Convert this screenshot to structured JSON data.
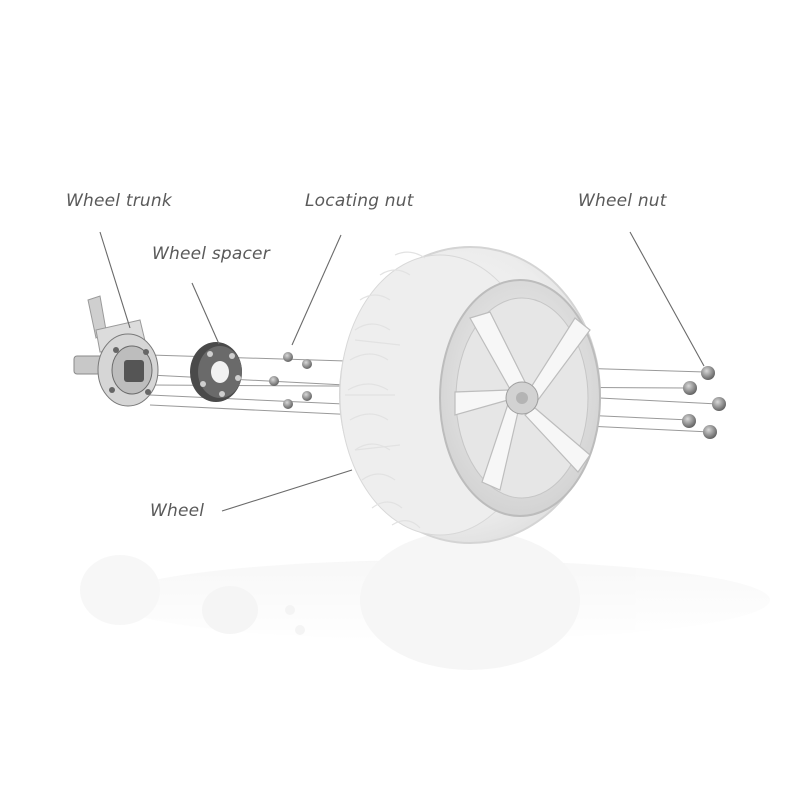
{
  "labels": {
    "wheel_trunk": "Wheel trunk",
    "wheel_spacer": "Wheel spacer",
    "locating_nut": "Locating nut",
    "wheel_nut": "Wheel nut",
    "wheel": "Wheel"
  },
  "colors": {
    "label_text": "#5a5a5a",
    "leader_line": "#6a6a6a",
    "part_dark": "#4a4a4a",
    "tire_light": "#eeeeee"
  }
}
